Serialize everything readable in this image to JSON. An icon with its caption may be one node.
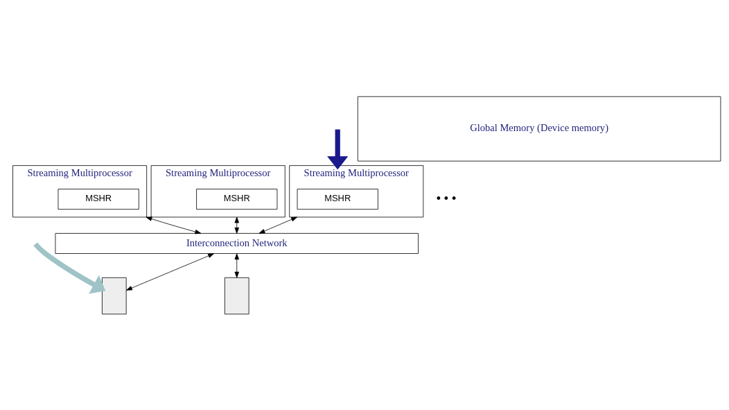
{
  "diagram": {
    "nodes": [
      {
        "text": [
          "Streaming Multiprocessor"
        ]
      },
      {
        "text": [
          "MSHR"
        ],
        "in": 0
      },
      {
        "text": [
          "Streaming Multiprocessor"
        ]
      },
      {
        "text": [
          "MSHR"
        ],
        "in": 2
      },
      {
        "text": [
          "Streaming Multiprocessor"
        ]
      },
      {
        "text": [
          "MSHR"
        ],
        "in": 4
      },
      {
        "text": [
          "Interconnection Network"
        ]
      },
      {
        "text": [
          "Global Memory (Device memory)"
        ]
      },
      {
        "text": [],
        "shape": "box"
      },
      {
        "text": [],
        "shape": "box"
      }
    ],
    "edges": [
      {
        "from": null,
        "to": 0,
        "arrow": "to",
        "style": "thick",
        "color": "#1a1a8c"
      },
      {
        "from": 0,
        "to": 6,
        "arrow": "both"
      },
      {
        "from": 2,
        "to": 6,
        "arrow": "both"
      },
      {
        "from": 4,
        "to": 6,
        "arrow": "both"
      },
      {
        "from": 6,
        "to": 8,
        "arrow": "both"
      },
      {
        "from": 6,
        "to": 9,
        "arrow": "both"
      },
      {
        "from": null,
        "to": 8,
        "arrow": "to",
        "style": "thick",
        "color": "#9fc3c6"
      }
    ],
    "labels": [
      "• • •"
    ]
  }
}
